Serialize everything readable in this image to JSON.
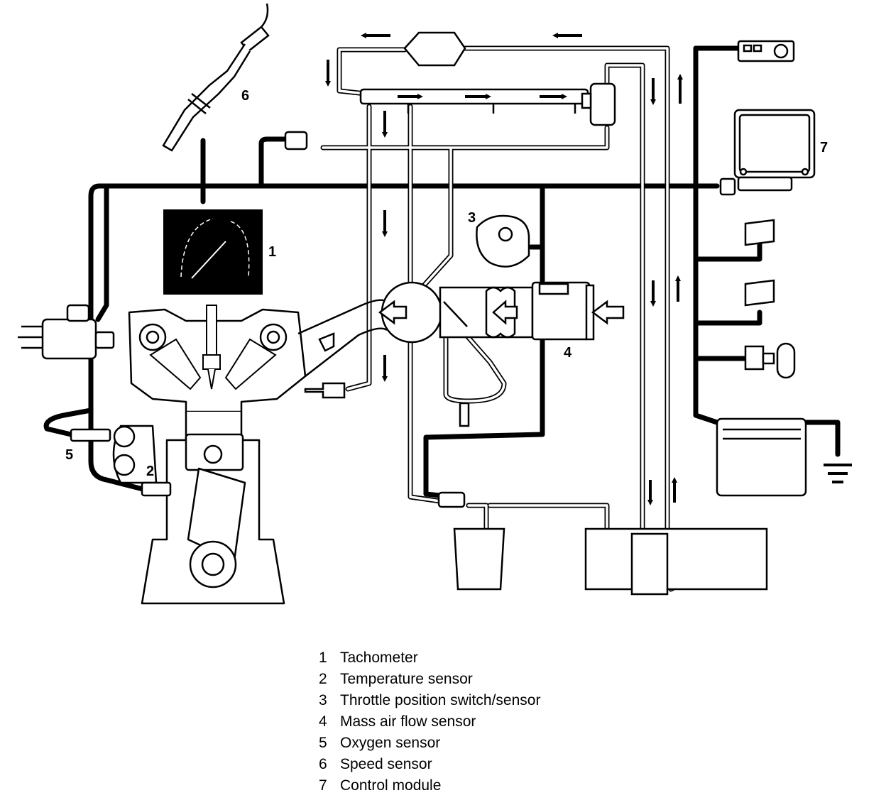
{
  "diagram": {
    "colors": {
      "line": "#000000",
      "pipe_fill": "#ffffff",
      "gauge_face": "#000000",
      "background": "#ffffff"
    },
    "callouts": [
      {
        "id": "1",
        "component": "Tachometer"
      },
      {
        "id": "2",
        "component": "Temperature sensor"
      },
      {
        "id": "3",
        "component": "Throttle position switch/sensor"
      },
      {
        "id": "4",
        "component": "Mass air flow sensor"
      },
      {
        "id": "5",
        "component": "Oxygen sensor"
      },
      {
        "id": "6",
        "component": "Speed sensor"
      },
      {
        "id": "7",
        "component": "Control module"
      }
    ]
  },
  "legend": [
    {
      "num": "1",
      "label": "Tachometer"
    },
    {
      "num": "2",
      "label": "Temperature sensor"
    },
    {
      "num": "3",
      "label": "Throttle position switch/sensor"
    },
    {
      "num": "4",
      "label": "Mass air flow sensor"
    },
    {
      "num": "5",
      "label": "Oxygen sensor"
    },
    {
      "num": "6",
      "label": "Speed sensor"
    },
    {
      "num": "7",
      "label": "Control module"
    }
  ]
}
